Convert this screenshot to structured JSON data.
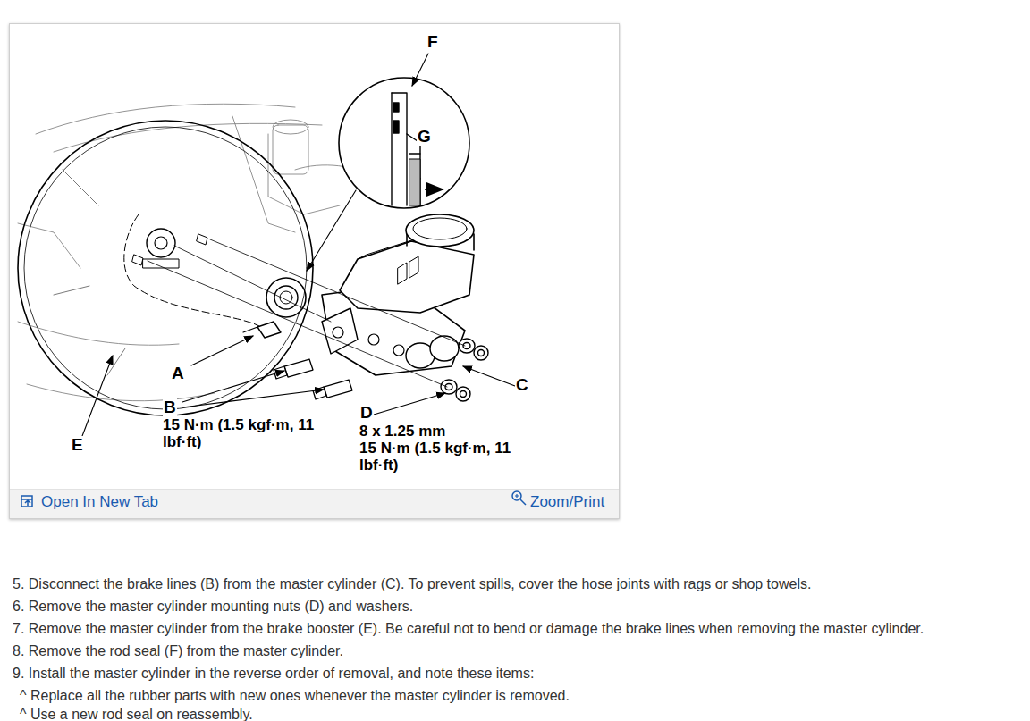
{
  "diagram": {
    "labels": [
      "F",
      "G",
      "A",
      "B",
      "15 N·m (1.5 kgf·m, 11 lbf·ft)",
      "E",
      "D",
      "8 x 1.25 mm",
      "15 N·m (1.5 kgf·m, 11 lbf·ft)",
      "C",
      "Open In New Tab",
      "Zoom/Print",
      "5. Disconnect the brake lines (B) from the master cylinder (C). To prevent spills, cover the hose joints with rags or shop towels.",
      "6. Remove the master cylinder mounting nuts (D) and washers.",
      "7. Remove the master cylinder from the brake booster (E). Be careful not to bend or damage the brake lines when removing the master cylinder.",
      "8. Remove the rod seal (F) from the master cylinder.",
      "9. Install the master cylinder in the reverse order of removal, and note these items:",
      "^ Replace all the rubber parts with new ones whenever the master cylinder is removed.",
      "^ Use a new rod seal on reassembly."
    ]
  }
}
